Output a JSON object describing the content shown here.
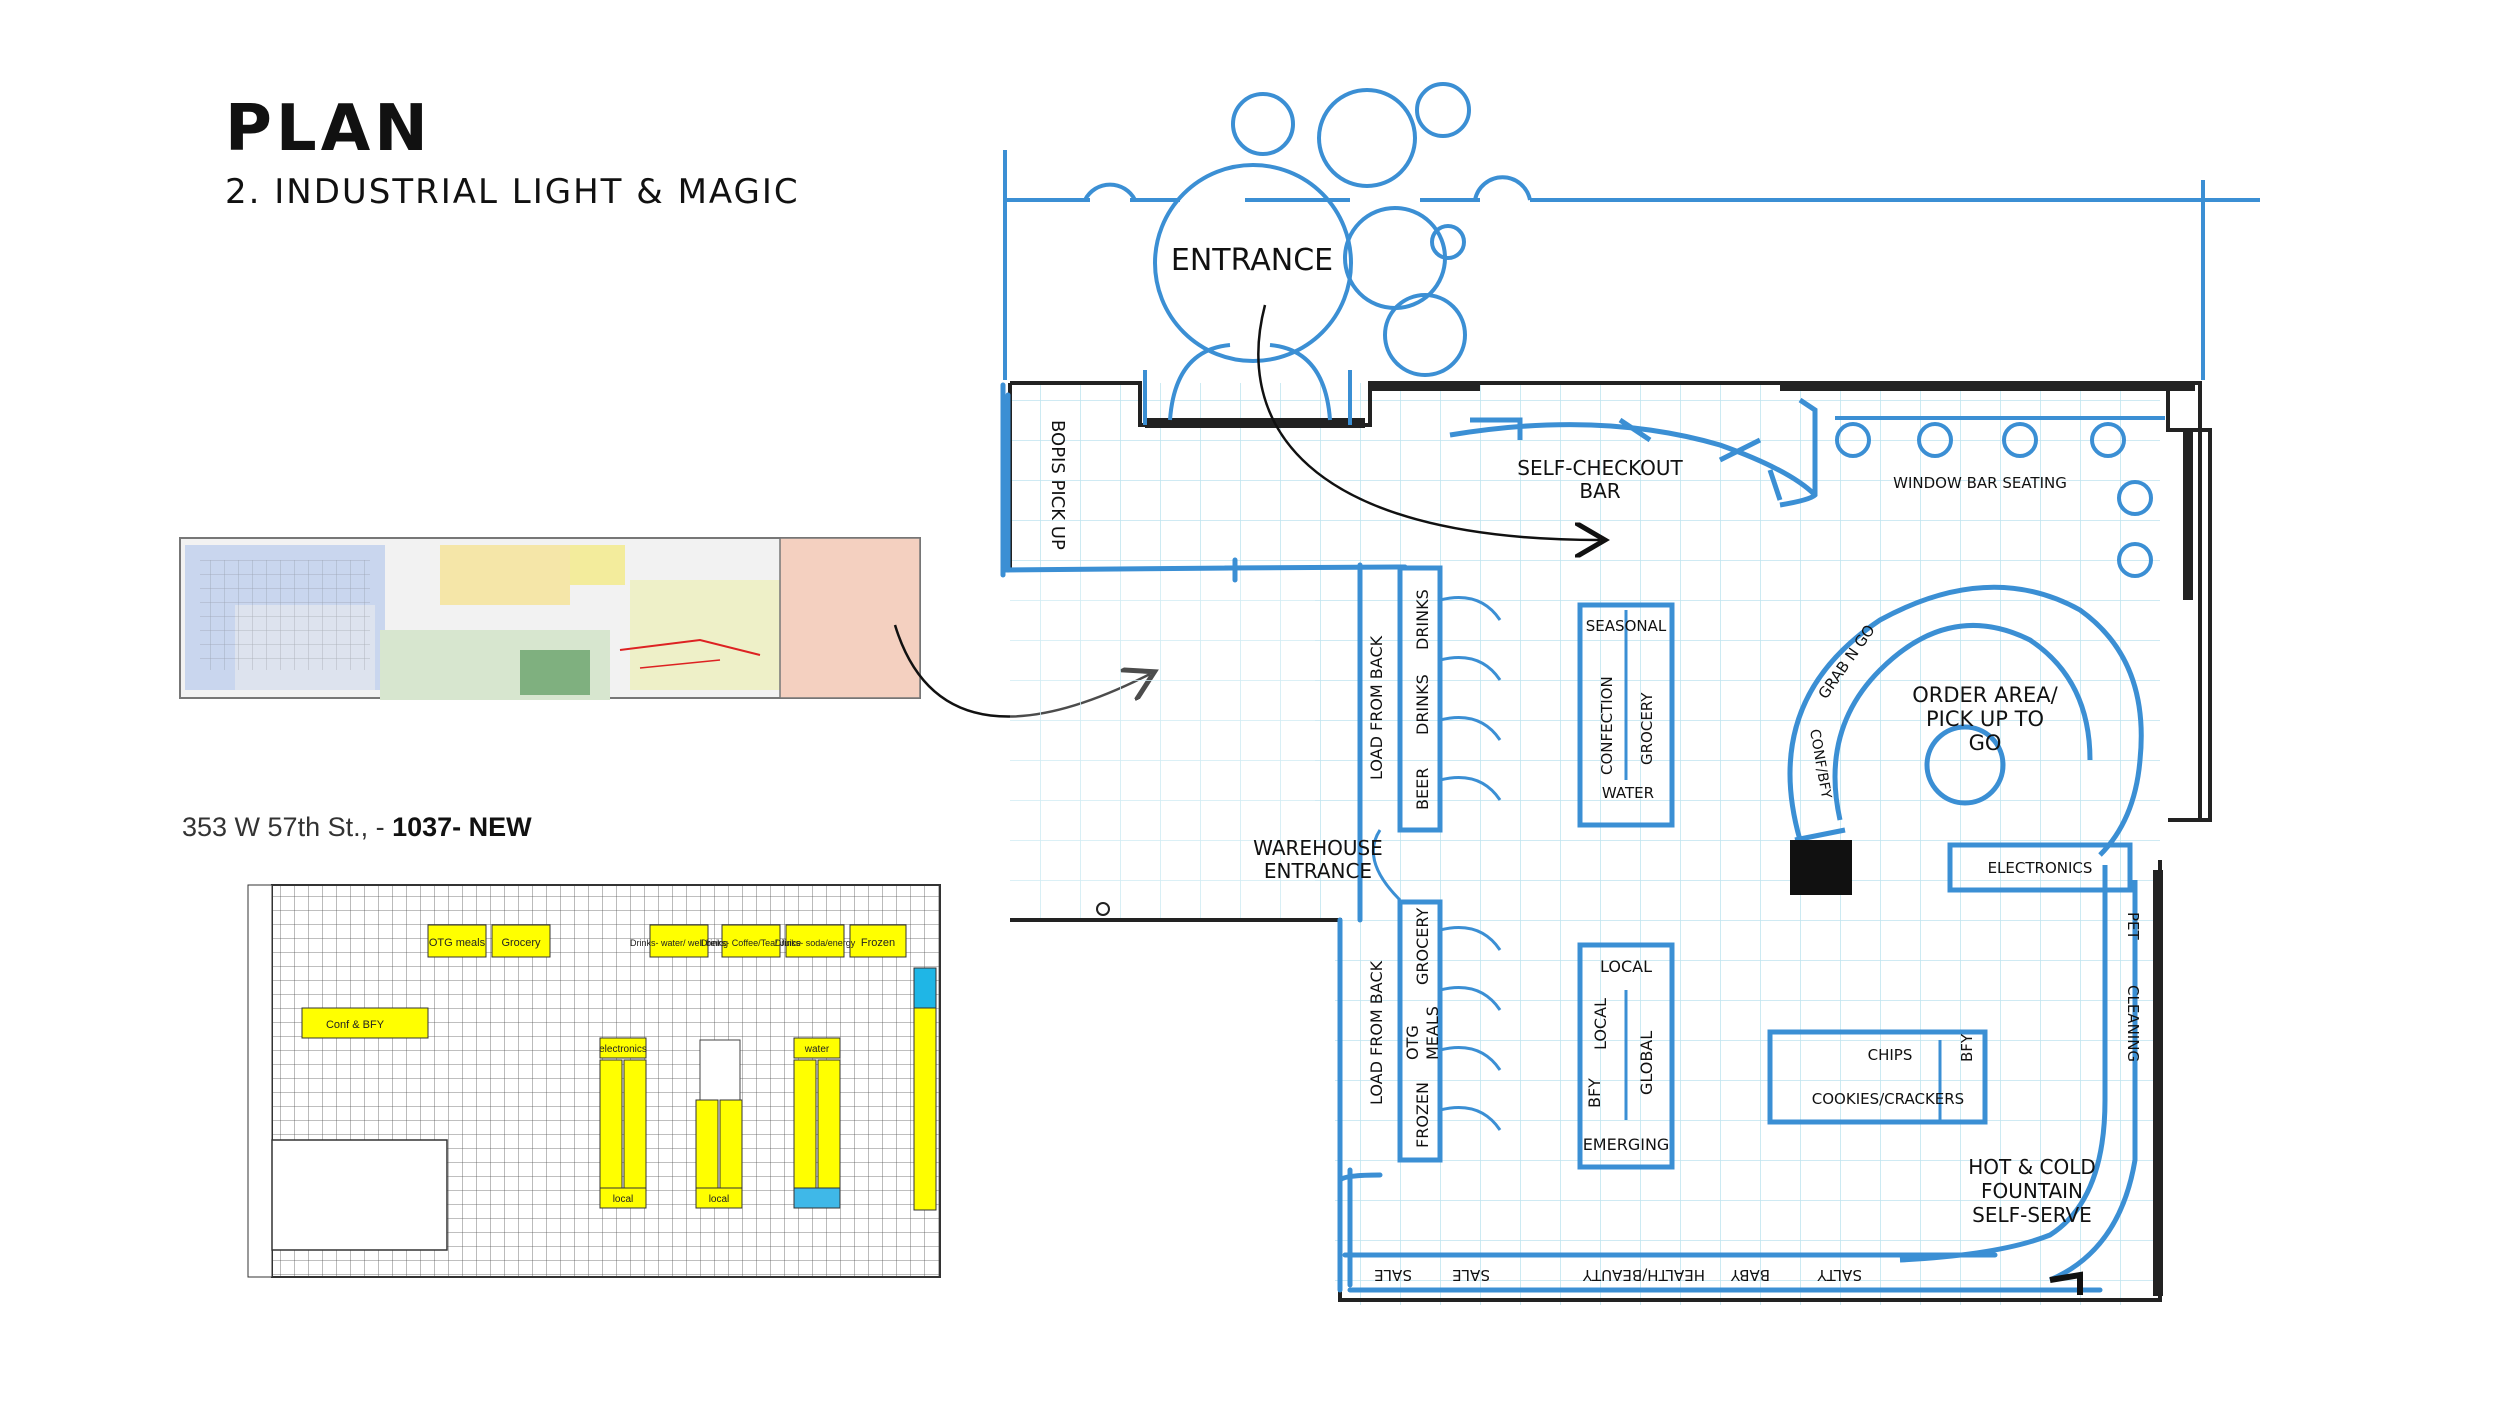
{
  "header": {
    "title": "PLAN",
    "subtitle": "2. INDUSTRIAL LIGHT & MAGIC"
  },
  "existing_plan": {
    "address": "353 W 57th St., - ",
    "store_id": "1037- NEW",
    "shelf_labels": [
      "OTG meals",
      "Grocery",
      "Drinks- water/ well being",
      "Drinks- Coffee/Tea/ Juice",
      "Drinks- soda/energy",
      "Frozen",
      "Conf & BFY",
      "electronics",
      "water",
      "local",
      "local"
    ]
  },
  "proposed_plan": {
    "labels": {
      "entrance": "ENTRANCE",
      "bopis": "BOPIS PICK UP",
      "self_checkout_1": "SELF-CHECKOUT",
      "self_checkout_2": "BAR",
      "window_bar": "WINDOW BAR SEATING",
      "seasonal": "SEASONAL",
      "confection": "CONFECTION",
      "grocery_a": "GROCERY",
      "water": "WATER",
      "drinks_1": "DRINKS",
      "drinks_2": "DRINKS",
      "beer": "BEER",
      "load_back_1": "LOAD FROM BACK",
      "load_back_2": "LOAD FROM BACK",
      "warehouse_1": "WAREHOUSE",
      "warehouse_2": "ENTRANCE",
      "grocery_b": "GROCERY",
      "otg": "OTG",
      "meals": "MEALS",
      "frozen": "FROZEN",
      "local_top": "LOCAL",
      "local_side": "LOCAL",
      "global": "GLOBAL",
      "bfy_a": "BFY",
      "emerging": "EMERGING",
      "grab_n_go": "GRAB N GO",
      "conf_bfy": "CONF/BFY",
      "order_1": "ORDER AREA/",
      "order_2": "PICK UP TO",
      "order_3": "GO",
      "electronics": "ELECTRONICS",
      "pet": "PET",
      "cleaning": "CLEANING",
      "chips": "CHIPS",
      "cookies": "COOKIES/CRACKERS",
      "bfy_b": "BFY",
      "hot_1": "HOT & COLD",
      "hot_2": "FOUNTAIN",
      "hot_3": "SELF-SERVE",
      "sale_1": "SALE",
      "sale_2": "SALE",
      "health": "HEALTH/BEAUTY",
      "baby": "BABY",
      "salty": "SALTY"
    }
  },
  "colors": {
    "sketch_blue": "#3b8fd4",
    "grid_blue": "#bfe4ef",
    "shelf_yellow": "#ffff00"
  }
}
